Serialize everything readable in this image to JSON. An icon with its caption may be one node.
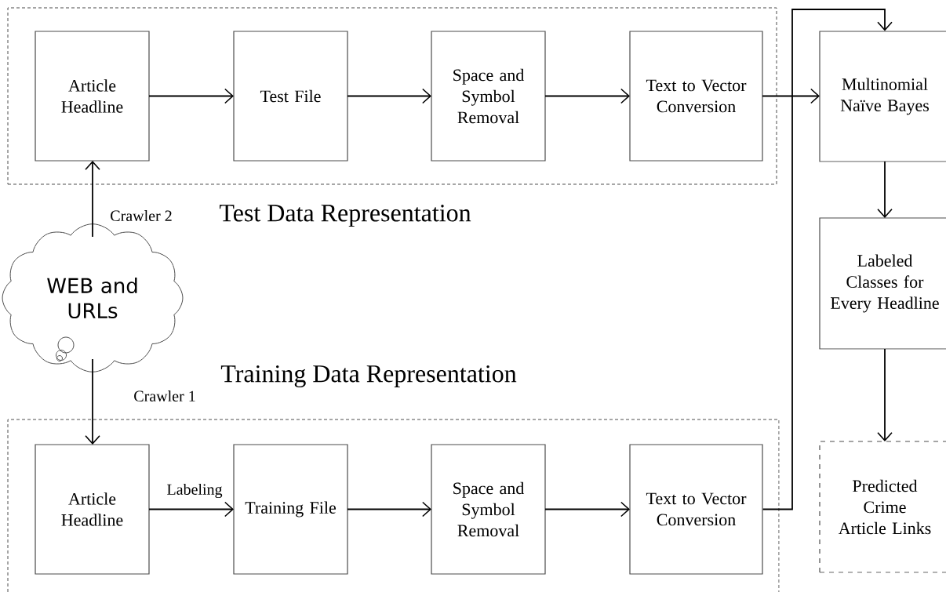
{
  "diagram": {
    "nodes": [
      {
        "text": [
          "Test Data Representation"
        ]
      },
      {
        "text": [
          "Article Headline"
        ],
        "in": 0
      },
      {
        "text": [
          "Test File"
        ],
        "in": 0
      },
      {
        "text": [
          "Space and Symbol Removal"
        ],
        "in": 0
      },
      {
        "text": [
          "Text to Vector Conversion"
        ],
        "in": 0
      },
      {
        "text": [
          "Multinomial Naïve Bayes"
        ]
      },
      {
        "text": [
          "WEB and URLs"
        ]
      },
      {
        "text": [
          "Training Data Representation"
        ]
      },
      {
        "text": [
          "Article Headline"
        ],
        "in": 7
      },
      {
        "text": [
          "Training File"
        ],
        "in": 7
      },
      {
        "text": [
          "Space and Symbol Removal"
        ],
        "in": 7
      },
      {
        "text": [
          "Text to Vector Conversion"
        ],
        "in": 7
      },
      {
        "text": [
          "Labeled Classes for Every Headline"
        ]
      },
      {
        "text": [
          "Predicted Crime Article Links"
        ]
      }
    ],
    "edges": [
      {
        "from": 1,
        "to": 2,
        "arrow": "to"
      },
      {
        "from": 2,
        "to": 3,
        "arrow": "to"
      },
      {
        "from": 3,
        "to": 4,
        "arrow": "to"
      },
      {
        "from": 4,
        "to": 5,
        "arrow": "to"
      },
      {
        "from": 6,
        "to": 1,
        "arrow": "to",
        "label": "Crawler 2"
      },
      {
        "from": 6,
        "to": 8,
        "arrow": "to",
        "label": "Crawler 1"
      },
      {
        "from": 8,
        "to": 9,
        "arrow": "to",
        "label": "Labeling"
      },
      {
        "from": 9,
        "to": 10,
        "arrow": "to"
      },
      {
        "from": 10,
        "to": 11,
        "arrow": "to"
      },
      {
        "from": 11,
        "to": 5,
        "arrow": "to"
      },
      {
        "from": 5,
        "to": 12,
        "arrow": "to"
      },
      {
        "from": 12,
        "to": 13,
        "arrow": "to"
      }
    ]
  }
}
